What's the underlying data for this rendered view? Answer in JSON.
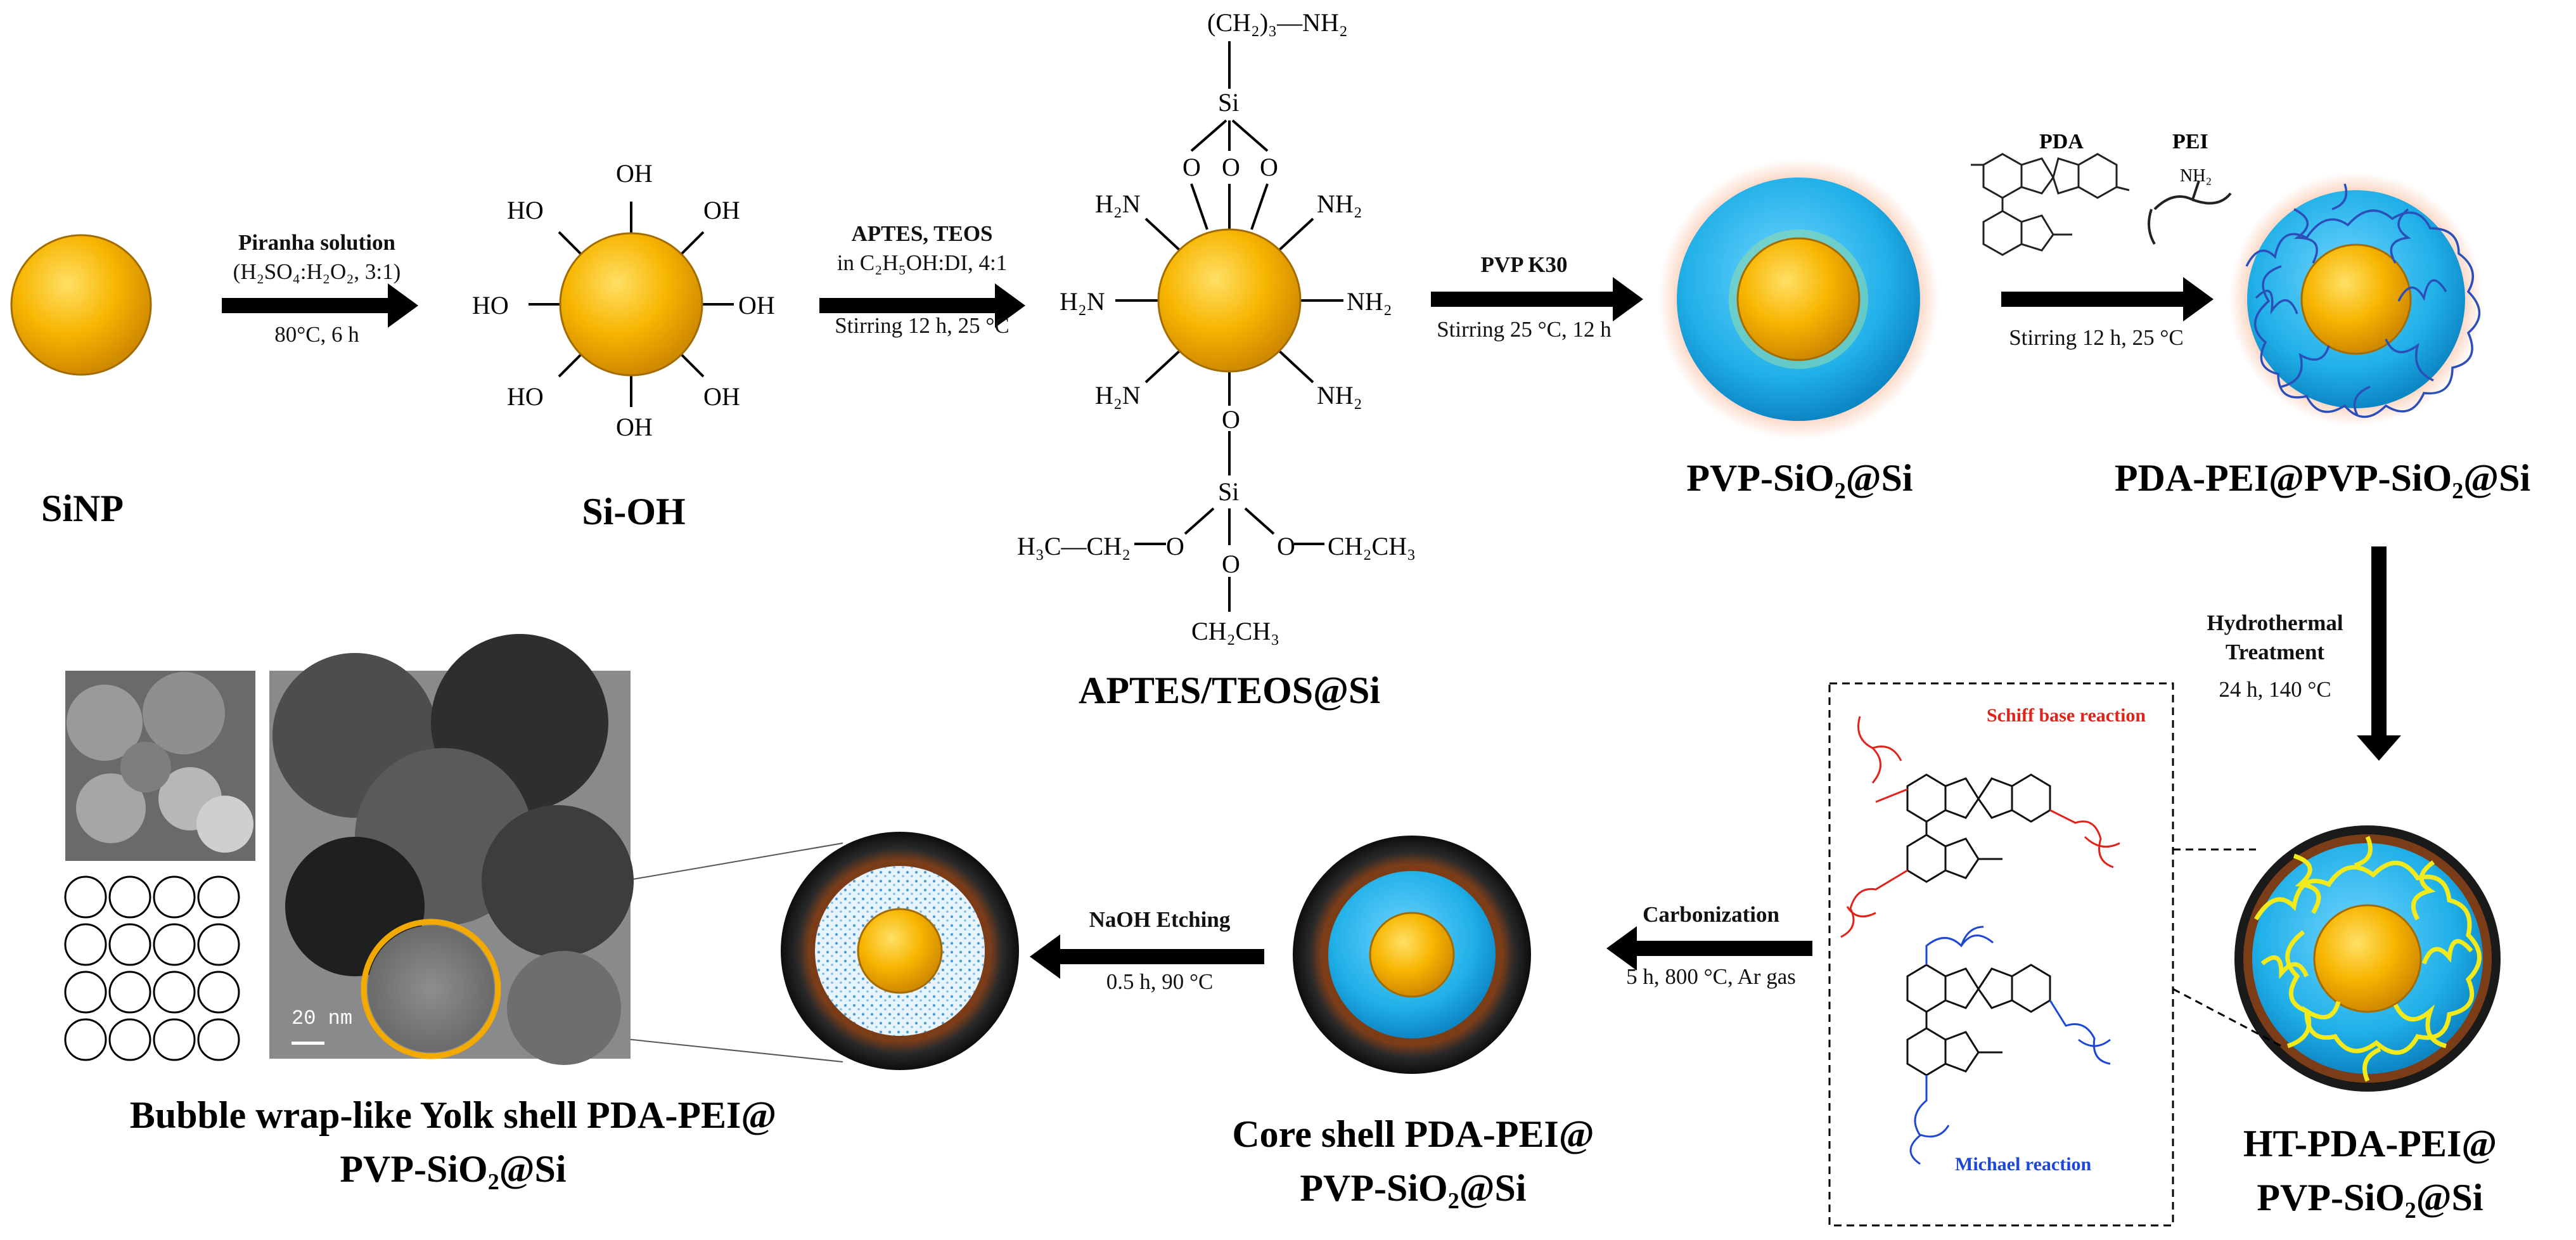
{
  "products": {
    "sinp": "SiNP",
    "sioh": "Si-OH",
    "aptes_teos": "APTES/TEOS@Si",
    "pvp": "PVP-SiO₂@Si",
    "pda_pei": "PDA-PEI@PVP-SiO₂@Si",
    "ht_line1": "HT-PDA-PEI@",
    "ht_line2": "PVP-SiO₂@Si",
    "core_line1": "Core shell PDA-PEI@",
    "core_line2": "PVP-SiO₂@Si",
    "yolk_line1": "Bubble wrap-like Yolk shell PDA-PEI@",
    "yolk_line2": "PVP-SiO₂@Si"
  },
  "steps": {
    "piranha": {
      "top": "Piranha solution",
      "mid": "(H₂SO₄:H₂O₂, 3:1)",
      "bottom": "80°C, 6 h"
    },
    "aptes": {
      "top": "APTES, TEOS",
      "mid": "in C₂H₅OH:DI, 4:1",
      "bottom": "Stirring 12 h, 25 °C"
    },
    "pvp": {
      "top": "PVP K30",
      "bottom": "Stirring 25 °C, 12 h"
    },
    "pda_pei": {
      "reagent1": "PDA",
      "reagent2": "PEI",
      "reagent2_group": "NH₂",
      "bottom": "Stirring 12 h, 25 °C"
    },
    "hydrothermal": {
      "top1": "Hydrothermal",
      "top2": "Treatment",
      "bottom": "24 h, 140 °C"
    },
    "carbonization": {
      "top": "Carbonization",
      "bottom": "5 h, 800 °C, Ar gas"
    },
    "etching": {
      "top": "NaOH Etching",
      "bottom": "0.5 h, 90 °C"
    }
  },
  "chem": {
    "oh": "OH",
    "ho": "HO",
    "h2n": "H₂N",
    "nh2": "NH₂",
    "si": "Si",
    "o": "O",
    "propylamine": "(CH₂)₃—NH₂",
    "ethoxy_left": "H₃C—CH₂",
    "ethoxy_right": "CH₂CH₃",
    "ethoxy_bottom": "CH₂CH₃"
  },
  "mechanism": {
    "schiff": "Schiff base reaction",
    "michael": "Michael reaction"
  },
  "tem": {
    "scale": "20 nm"
  },
  "colors": {
    "gold": "#f7b500",
    "blue_shell": "#20b0e8",
    "carbon": "#1a1a1a",
    "pda_glow": "#f6a57c",
    "schiff": "#e0241b",
    "michael": "#1f47d6"
  }
}
